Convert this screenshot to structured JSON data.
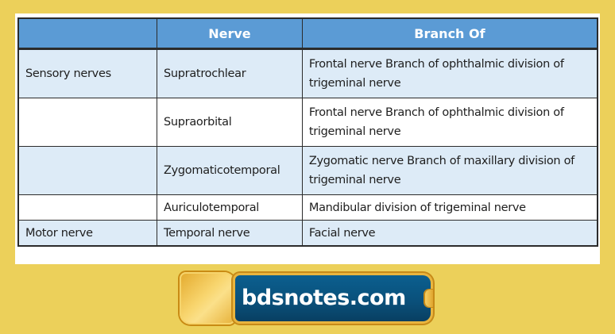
{
  "table": {
    "headers": [
      "",
      "Nerve",
      "Branch Of"
    ],
    "rows": [
      {
        "category": "Sensory nerves",
        "nerve": "Supratrochlear",
        "branch_of": "Frontal nerve Branch of ophthalmic division of trigeminal nerve"
      },
      {
        "category": "",
        "nerve": "Supraorbital",
        "branch_of": "Frontal nerve Branch of ophthalmic division of trigeminal nerve"
      },
      {
        "category": "",
        "nerve": "Zygomaticotemporal",
        "branch_of": "Zygomatic nerve Branch of maxillary division of trigeminal nerve"
      },
      {
        "category": "",
        "nerve": "Auriculotemporal",
        "branch_of": "Mandibular division of trigeminal nerve"
      },
      {
        "category": "Motor nerve",
        "nerve": "Temporal nerve",
        "branch_of": "Facial nerve"
      }
    ]
  },
  "logo": {
    "text": "bdsnotes.com"
  },
  "colors": {
    "background": "#ecd05a",
    "header_fill": "#5b9bd5",
    "alt_row_fill": "#ddebf7",
    "logo_bar": "#0a4f79",
    "logo_gold": "#e9b53f"
  }
}
